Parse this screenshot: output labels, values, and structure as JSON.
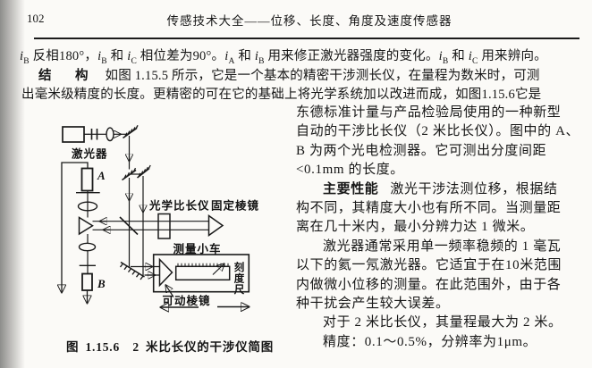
{
  "page": {
    "page_number": "102",
    "header_title": "传感技术大全——位移、长度、角度及速度传感器"
  },
  "body": {
    "line1": "i_B 反相180°，i_B 和 i_C 相位差为90°。i_A 和 i_B 用来修正激光器强度的变化。i_B 和 i_C 用来辨向。",
    "l2": {
      "label": "结　构",
      "text": "如图 1.15.5 所示，它是一个基本的精密干涉测长仪，在量程为数米时，可测"
    },
    "line3": "出毫米级精度的长度。更精密的可在它的基础上将光学系统加以改进而成，如图1.15.6它是"
  },
  "col": {
    "lines": [
      "东德标准计量与产品检验局使用的一种新型",
      "自动的干涉比长仪（2 米比长仪）。图中的 A、",
      "B 为两个光电检测器。它可测出分度间距",
      "<0.1mm 的长度。",
      {
        "label": "主要性能",
        "text": "激光干涉法测位移，根据结"
      },
      "构不同，其精度大小也有所不同。当测量距",
      "离在几十米内，最小分辨力达 1 微米。",
      "激光器通常采用单一频率稳频的 1 毫瓦",
      "以下的氦一氖激光器。它适宜于在10米范围",
      "内做微小位移的测量。在此范围外，由于各",
      "种干扰会产生较大误差。",
      "对于 2 米比长仪，其量程最大为 2 米。",
      "精度：0.1～0.5%，分辨率为1μm。"
    ]
  },
  "figure": {
    "caption": "图 1.15.6　2 米比长仪的干涉仪简图",
    "labels": {
      "laser": "激光器",
      "detector_a": "A",
      "detector_b": "B",
      "optical_comparator": "光学比长仪",
      "fixed_prism": "固定棱镜",
      "carriage": "测量小车",
      "scale_ruler": "刻度尺",
      "movable_prism": "可动棱镜"
    }
  }
}
